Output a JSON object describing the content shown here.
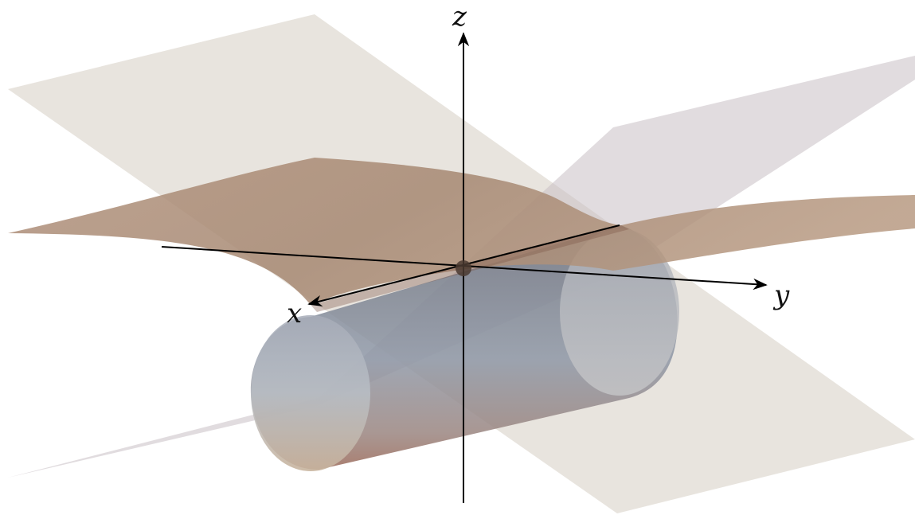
{
  "axes": {
    "x": {
      "label": "x"
    },
    "y": {
      "label": "y"
    },
    "z": {
      "label": "z"
    }
  },
  "colors": {
    "plane_a": "#d8d2c8",
    "plane_b": "#cdc3c8",
    "saddle_surface": "#b39780",
    "cylinder_body": "#8e97a3",
    "cylinder_cap": "#c9ccd0",
    "origin_point": "#4a3a30",
    "axis_line": "#000000"
  }
}
